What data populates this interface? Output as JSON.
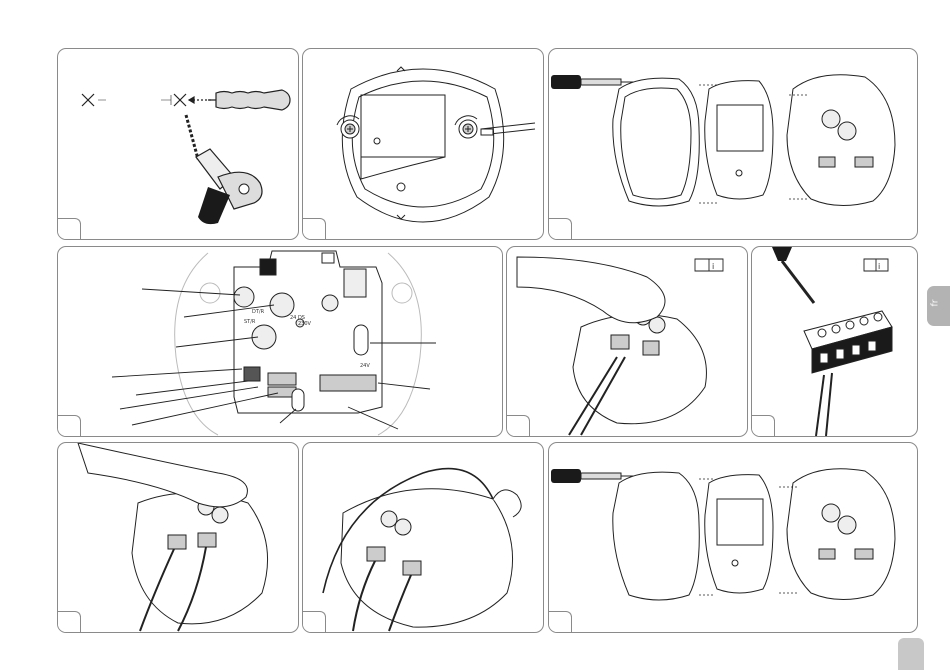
{
  "language_tab": "fr",
  "board_labels": {
    "lbl_a": "DT/R",
    "lbl_b": "24 DS",
    "lbl_c": "ST/R",
    "lbl_d": "230V",
    "lbl_e": "24V"
  },
  "colors": {
    "border": "#8a8a8a",
    "stroke": "#222222",
    "tab": "#b3b3b3",
    "tool": "#1a1a1a"
  },
  "panels": [
    {
      "id": "1",
      "icon": "drill-and-wall-plug"
    },
    {
      "id": "2",
      "icon": "unscrew-cover-plate"
    },
    {
      "id": "3",
      "icon": "remove-cover-exploded"
    },
    {
      "id": "4",
      "icon": "circuit-board-map"
    },
    {
      "id": "5",
      "icon": "connect-terminal-hand",
      "badge": "manual-icon"
    },
    {
      "id": "6",
      "icon": "screw-terminal-block",
      "badge": "manual-icon"
    },
    {
      "id": "7",
      "icon": "insert-connectors-hand"
    },
    {
      "id": "8",
      "icon": "route-cable"
    },
    {
      "id": "9",
      "icon": "refit-cover-exploded"
    }
  ]
}
